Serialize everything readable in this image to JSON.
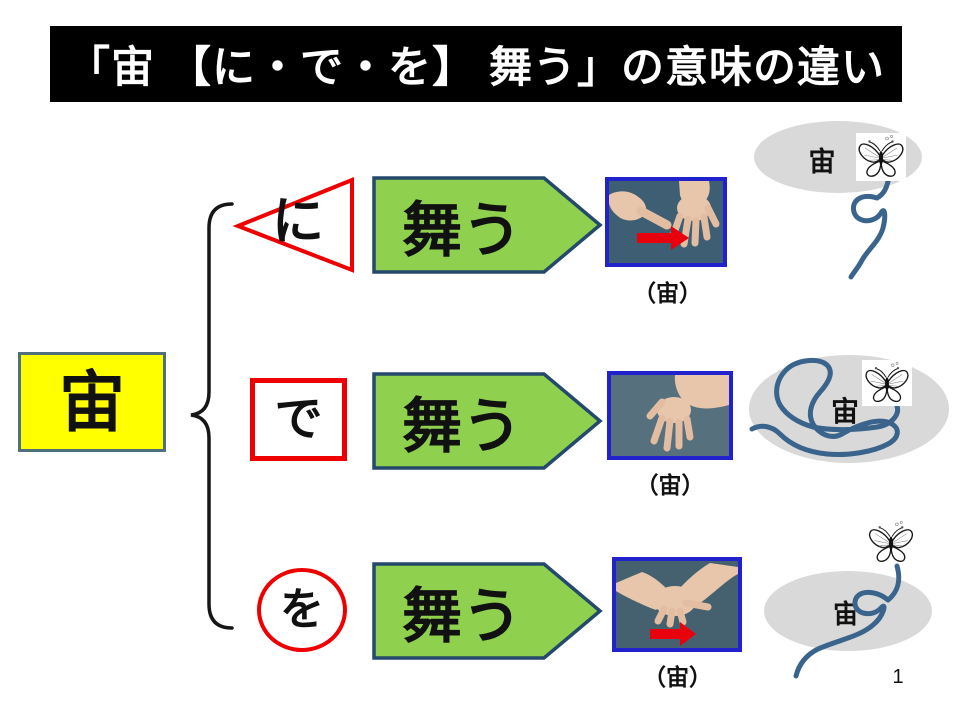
{
  "slide": {
    "title": "「宙 【に・で・を】 舞う」の意味の違い",
    "subject": "宙",
    "page_number": "1",
    "rows": [
      {
        "particle": "に",
        "particle_shape": "triangle",
        "verb": "舞う",
        "caption": "（宙）",
        "ellipse_label": "宙"
      },
      {
        "particle": "で",
        "particle_shape": "square",
        "verb": "舞う",
        "caption": "（宙）",
        "ellipse_label": "宙"
      },
      {
        "particle": "を",
        "particle_shape": "circle",
        "verb": "舞う",
        "caption": "（宙）",
        "ellipse_label": "宙"
      }
    ],
    "icons": {
      "butterfly": "butterfly-icon",
      "red_motion_arrow": "red-arrow-icon"
    }
  },
  "colors": {
    "title_bg": "#000000",
    "title_text": "#FFFFFF",
    "subject_fill": "#FFFF00",
    "subject_border": "#4E6F7B",
    "arrow_fill": "#8FD14F",
    "arrow_border": "#25496B",
    "particle_outline": "#EE0000",
    "photo_border": "#2222CC",
    "ellipse_fill": "#D9D9D9",
    "flight_line": "#3A648C",
    "motion_arrow": "#E8000D"
  }
}
